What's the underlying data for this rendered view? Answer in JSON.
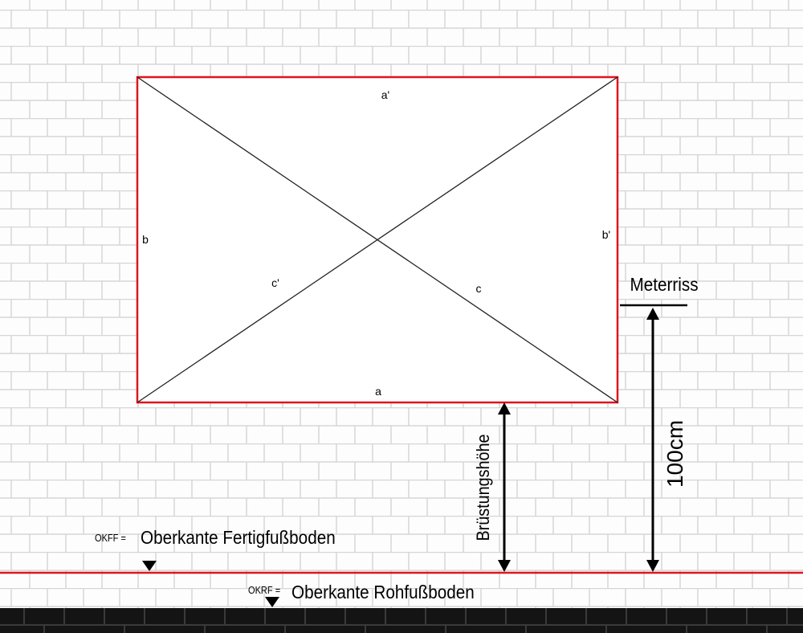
{
  "window": {
    "labels": {
      "top": "a'",
      "bottom": "a",
      "left": "b",
      "right": "b'",
      "diag_left": "c'",
      "diag_right": "c"
    }
  },
  "meterriss": {
    "label": "Meterriss",
    "height_label": "100cm"
  },
  "sill": {
    "label": "Brüstungshöhe"
  },
  "floor": {
    "okff_abbr": "OKFF =",
    "okff_label": "Oberkante Fertigfußboden",
    "okrf_abbr": "OKRF =",
    "okrf_label": "Oberkante Rohfußboden"
  },
  "colors": {
    "frame": "#e0141e",
    "floor_line": "#e0141e",
    "ink": "#000000",
    "brick_line": "#d4d4d4",
    "ground": "#141414"
  }
}
